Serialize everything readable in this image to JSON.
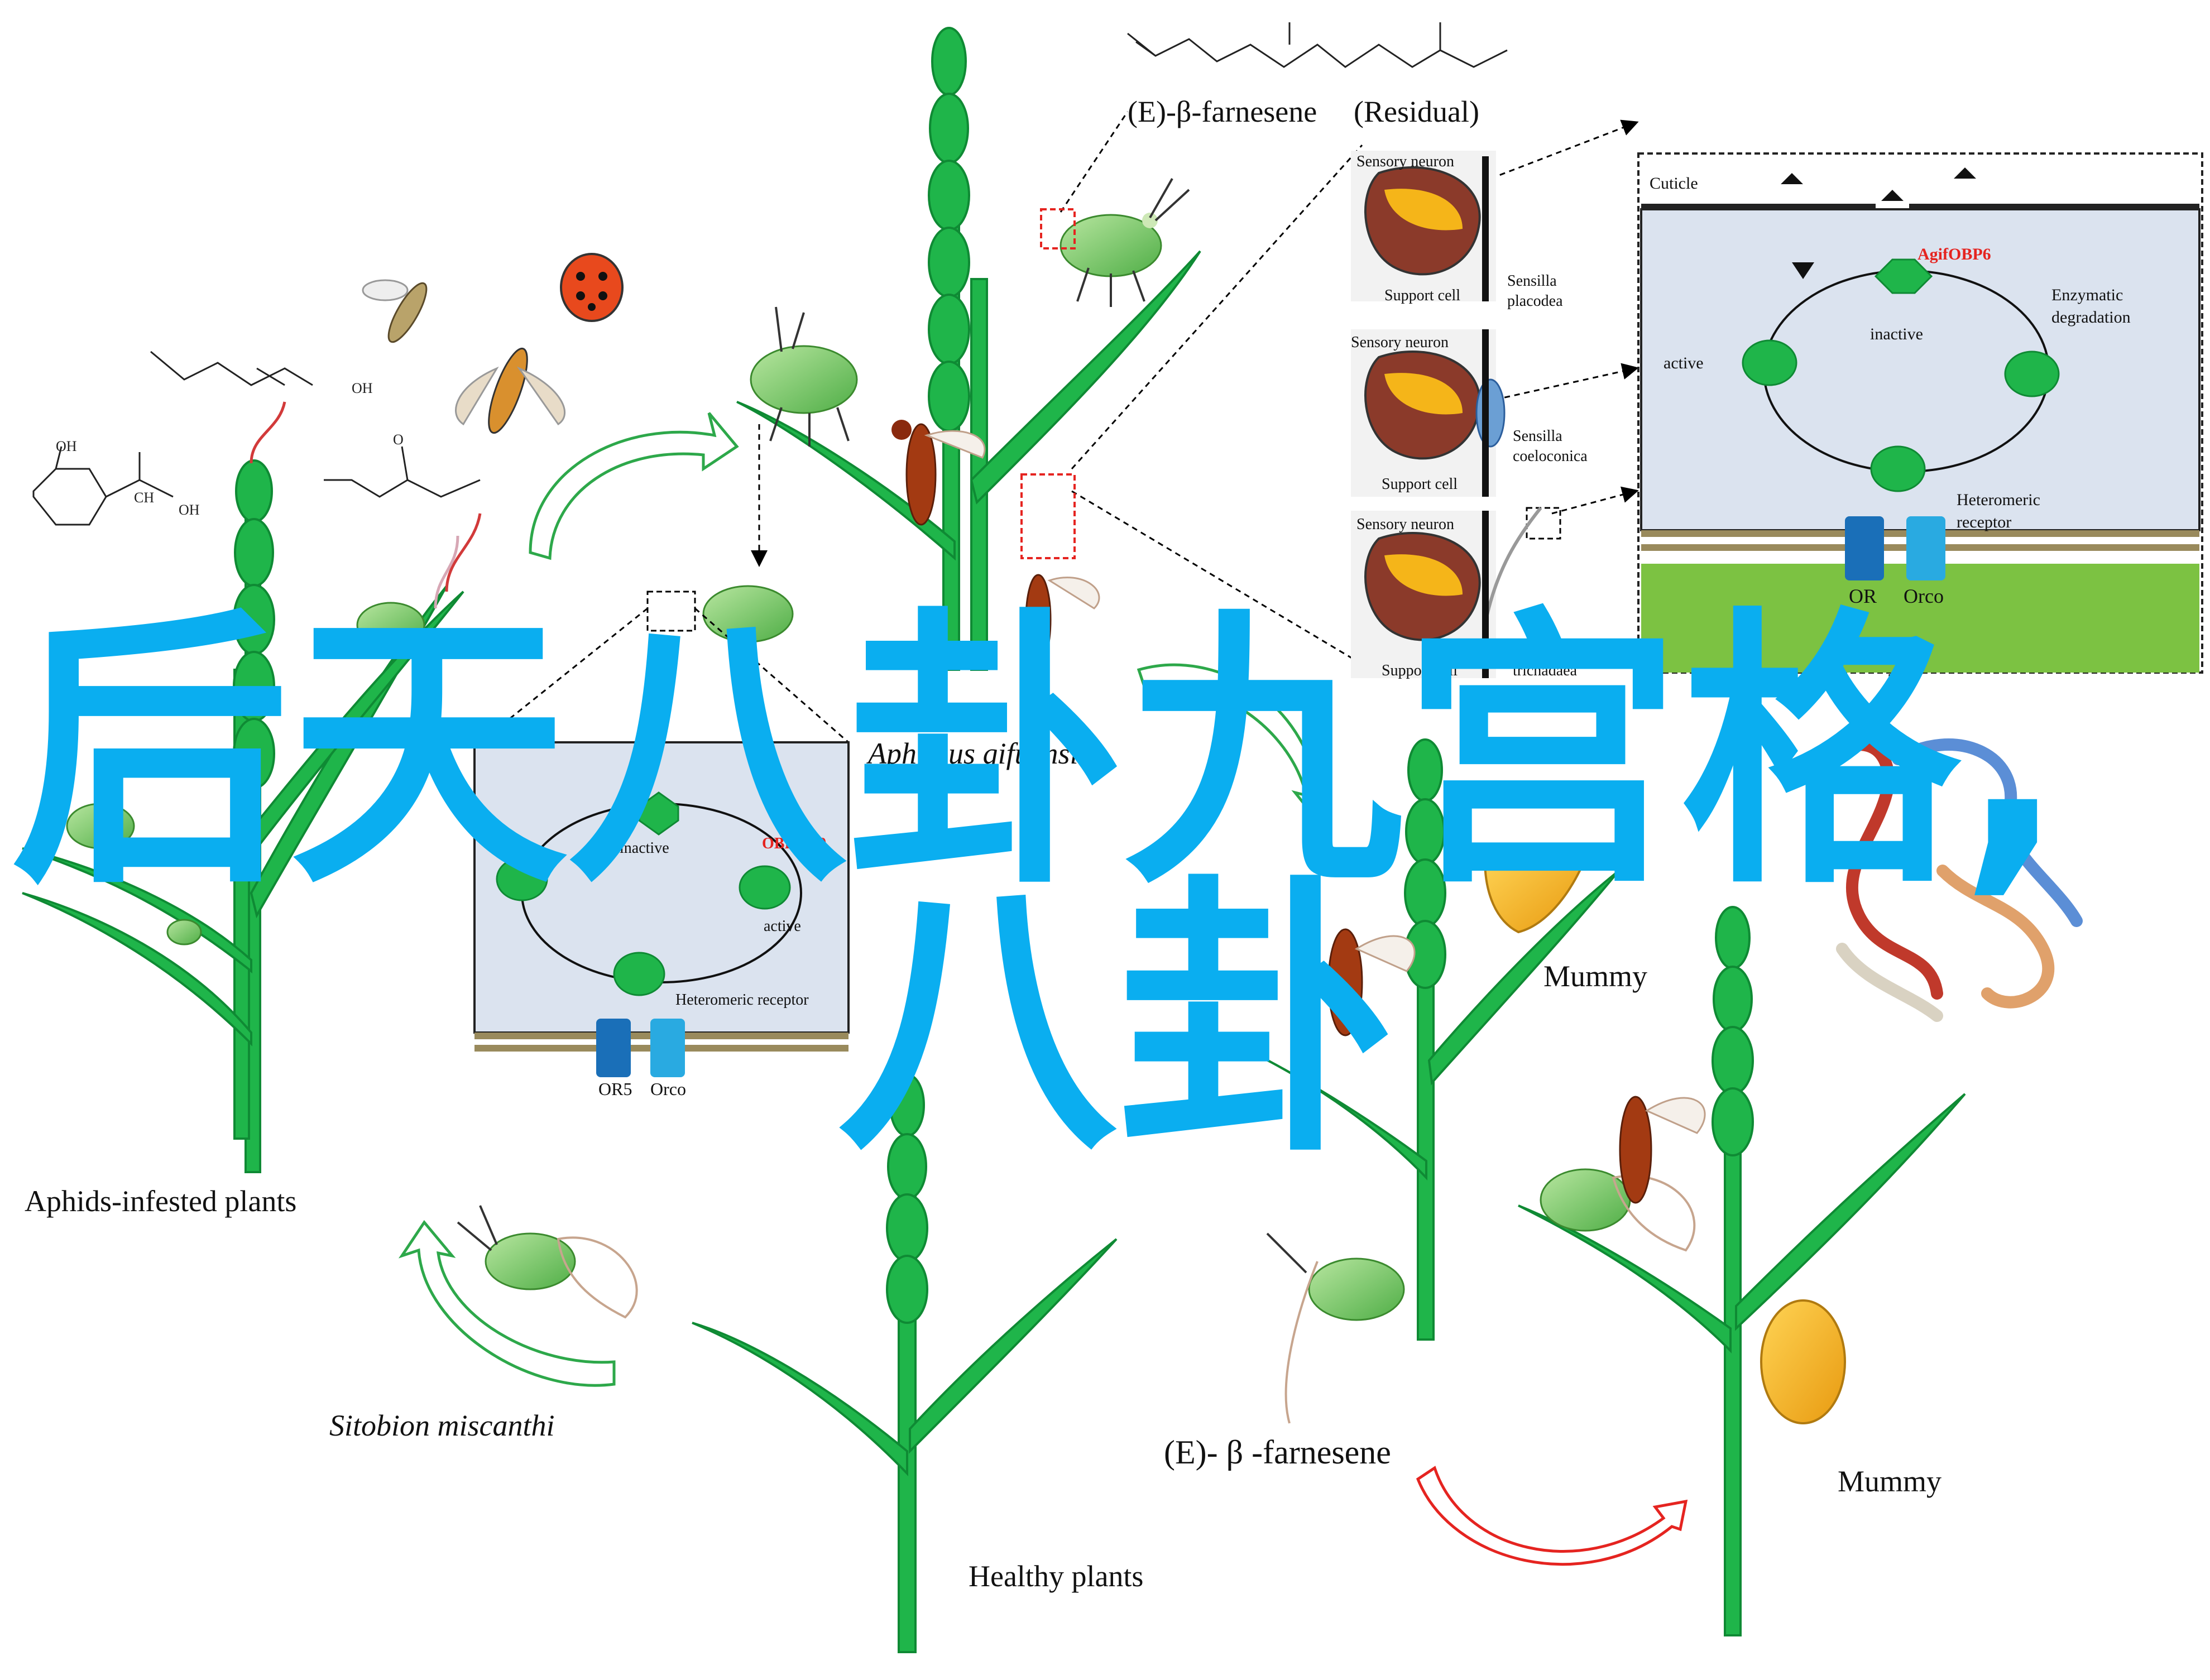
{
  "labels": {
    "residual_compound": "(E)-β-farnesene",
    "residual_tag": "(Residual)",
    "aphids_plants": "Aphids-infested plants",
    "healthy_plants": "Healthy plants",
    "predator_species": "Sitobion   miscanthi",
    "parasitoid_species": "Aphidius gifuensis",
    "farnesene_bottom": "(E)- β -farnesene",
    "mummy_mid": "Mummy",
    "mummy_bottom": "Mummy"
  },
  "small_panel": {
    "inactive": "inactive",
    "active": "active",
    "obp": "OBP3/7/9",
    "receptor": "Heteromeric receptor",
    "or_label": "OR5",
    "orco_label": "Orco"
  },
  "neuron_panels": [
    {
      "neuron": "Sensory neuron",
      "support": "Support cell",
      "sensilla_1": "Sensilla",
      "sensilla_2": "placodea"
    },
    {
      "neuron": "Sensory neuron",
      "support": "Support cell",
      "sensilla_1": "Sensilla",
      "sensilla_2": "coeloconica"
    },
    {
      "neuron": "Sensory neuron",
      "support": "Support cell",
      "sensilla_1": "trichadaea",
      "sensilla_2": ""
    }
  ],
  "big_panel": {
    "cuticle": "Cuticle",
    "obp": "AgifOBP6",
    "inactive": "inactive",
    "active": "active",
    "enzymatic_1": "Enzymatic",
    "enzymatic_2": "degradation",
    "receptor_1": "Heteromeric",
    "receptor_2": "receptor",
    "or_label": "OR",
    "orco_label": "Orco"
  },
  "chemicals": {
    "oh": "OH",
    "ch": "CH",
    "o": "O",
    "oh2": "OH",
    "oh3": "OH"
  },
  "watermark": {
    "line1": "后天八卦九宫格,",
    "line2": "八卦"
  },
  "colors": {
    "plant": "#1fb54a",
    "plant_dark": "#0f8a34",
    "panel_bg": "#dbe3ef",
    "green_field": "#7cc242",
    "membrane": "#998a5c",
    "receptor_dark": "#1a6fb8",
    "receptor_light": "#29aae1",
    "watermark": "#0aaef0",
    "arrow_green": "#2da84a",
    "arrow_red": "#e52420",
    "obp_red": "#e52420",
    "mummy": "#f7b51c"
  }
}
